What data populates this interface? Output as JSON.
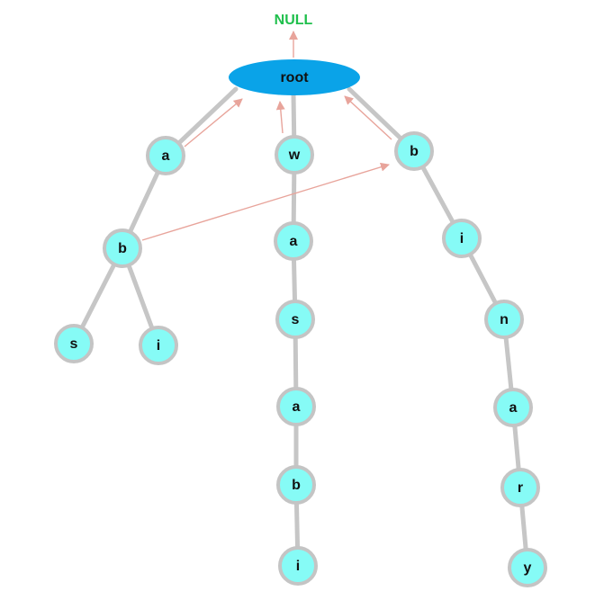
{
  "null_label": "NULL",
  "root": {
    "label": "root",
    "color": "#0aa3e8"
  },
  "colors": {
    "node_fill": "#86fbf6",
    "node_stroke": "#c4c4c4",
    "edge": "#c6c6c6",
    "fail_link": "#e8a49b",
    "null_text": "#1fbf4c"
  },
  "nodes": [
    {
      "id": "a1",
      "label": "a",
      "parent": "root"
    },
    {
      "id": "w1",
      "label": "w",
      "parent": "root"
    },
    {
      "id": "b1",
      "label": "b",
      "parent": "root"
    },
    {
      "id": "ab",
      "label": "b",
      "parent": "a1"
    },
    {
      "id": "abs",
      "label": "s",
      "parent": "ab"
    },
    {
      "id": "abi",
      "label": "i",
      "parent": "ab"
    },
    {
      "id": "wa",
      "label": "a",
      "parent": "w1"
    },
    {
      "id": "was",
      "label": "s",
      "parent": "wa"
    },
    {
      "id": "wasa",
      "label": "a",
      "parent": "was"
    },
    {
      "id": "wasab",
      "label": "b",
      "parent": "wasa"
    },
    {
      "id": "wasabi",
      "label": "i",
      "parent": "wasab"
    },
    {
      "id": "bi",
      "label": "i",
      "parent": "b1"
    },
    {
      "id": "bin",
      "label": "n",
      "parent": "bi"
    },
    {
      "id": "bina",
      "label": "a",
      "parent": "bin"
    },
    {
      "id": "binar",
      "label": "r",
      "parent": "bina"
    },
    {
      "id": "binary",
      "label": "y",
      "parent": "binar"
    }
  ],
  "fail_links": [
    {
      "from": "root",
      "to": "NULL"
    },
    {
      "from": "a1",
      "to": "root"
    },
    {
      "from": "w1",
      "to": "root"
    },
    {
      "from": "b1",
      "to": "root"
    },
    {
      "from": "ab",
      "to": "b1"
    }
  ]
}
